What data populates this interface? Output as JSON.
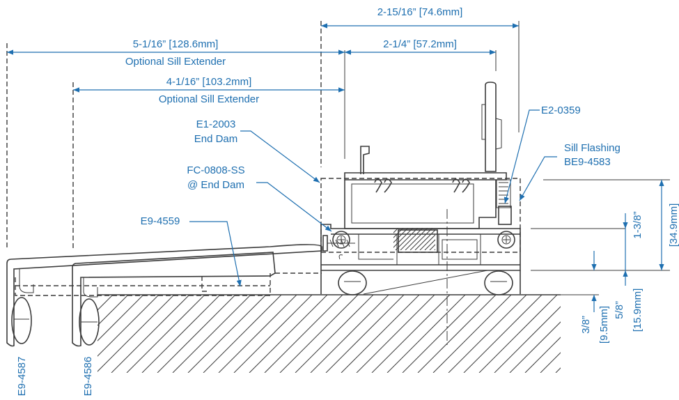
{
  "dimensions": {
    "overall_depth": "2-15/16” [74.6mm]",
    "extender_long": "5-1/16” [128.6mm]",
    "extender_long_caption": "Optional Sill Extender",
    "sill_width": "2-1/4” [57.2mm]",
    "extender_short": "4-1/16” [103.2mm]",
    "extender_short_caption": "Optional Sill Extender",
    "height_1": "1-3/8”",
    "height_1_mm": "[34.9mm]",
    "height_2": "5/8”",
    "height_2_mm": "[15.9mm]",
    "height_3": "3/8”",
    "height_3_mm": "[9.5mm]"
  },
  "callouts": {
    "end_dam_line1": "E1-2003",
    "end_dam_line2": "End Dam",
    "fastener_line1": "FC-0808-SS",
    "fastener_line2": "@ End Dam",
    "extender_part": "E9-4559",
    "gasket_part": "E2-0359",
    "flashing_line1": "Sill Flashing",
    "flashing_line2": "BE9-4583",
    "profile_left": "E9-4587",
    "profile_mid": "E9-4586"
  },
  "colors": {
    "annotation": "#1e6fb0",
    "linework": "#3a3a3a",
    "background": "#ffffff"
  }
}
